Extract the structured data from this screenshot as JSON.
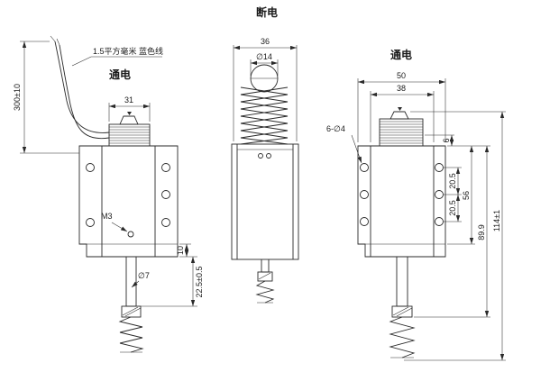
{
  "title": "断电",
  "left_view": {
    "state_label": "通电",
    "wire_label": "1.5平方毫米 蓝色线",
    "dims": {
      "wire_length": "300±10",
      "coil_width": "31",
      "thread": "M3",
      "shaft_dia": "∅7",
      "plate_thickness": "10",
      "stroke": "22.5±0.5"
    }
  },
  "middle_view": {
    "dims": {
      "depth": "36",
      "tube_dia": "∅14"
    }
  },
  "right_view": {
    "state_label": "通电",
    "dims": {
      "overall_width": "50",
      "inner_width": "38",
      "mount_holes": "6-∅4",
      "top_offset": "6",
      "hole_pitch_top": "20.5",
      "hole_pitch_bottom": "20.5",
      "frame_height": "56",
      "body_length": "89.9",
      "overall_length": "114±1"
    }
  }
}
